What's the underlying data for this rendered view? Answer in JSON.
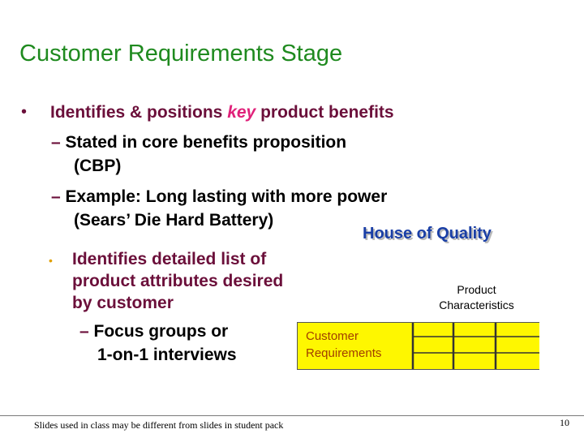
{
  "slide": {
    "title": "Customer Requirements Stage",
    "bullet1": {
      "symbol": "•",
      "text_before": "Identifies & positions ",
      "key_word": "key",
      "text_after": " product benefits",
      "subs": [
        {
          "dash": "–",
          "line1": "Stated in core benefits proposition",
          "line2": "(CBP)"
        },
        {
          "dash": "–",
          "line1": "Example: Long lasting with more power",
          "line2": "(Sears’ Die Hard Battery)"
        }
      ]
    },
    "bullet2": {
      "symbol": "•",
      "line1": "Identifies detailed list of",
      "line2": "product attributes desired",
      "line3": "by customer",
      "sub": {
        "dash": "–",
        "line1": "Focus groups or",
        "line2": "1-on-1 interviews"
      }
    }
  },
  "house_of_quality": {
    "title": "House of Quality",
    "product_label_line1": "Product",
    "product_label_line2": "Characteristics",
    "customer_label_line1": "Customer",
    "customer_label_line2": "Requirements",
    "grid_color": "#fef700"
  },
  "footer": {
    "note": "Slides used in class may be different from slides in student pack",
    "page_number": "10"
  }
}
